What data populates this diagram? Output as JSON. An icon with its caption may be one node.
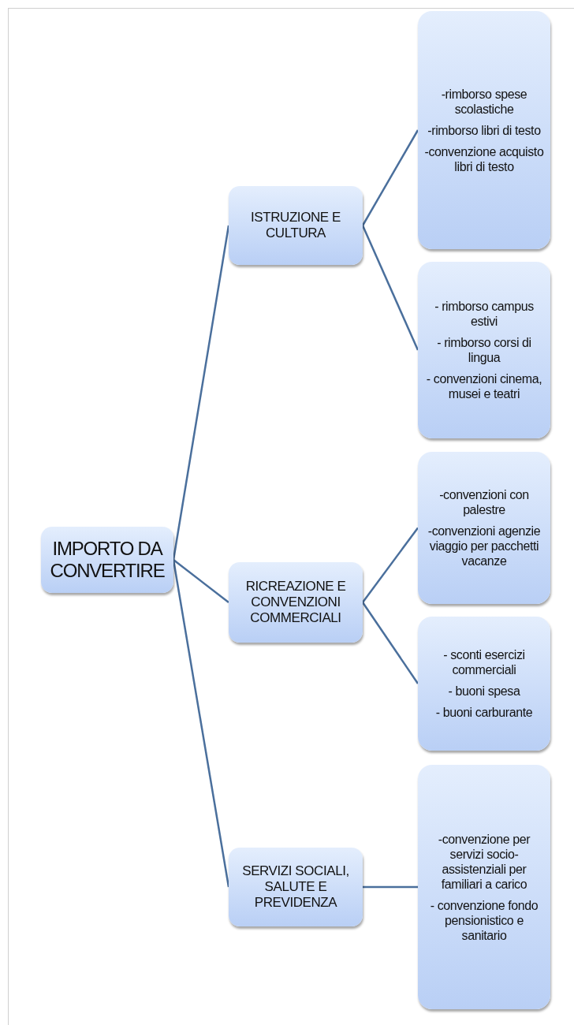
{
  "diagram": {
    "nodes": [
      {
        "text": [
          "IMPORTO DA CONVERTIRE"
        ]
      },
      {
        "text": [
          "ISTRUZIONE E CULTURA"
        ]
      },
      {
        "text": [
          "-rimborso spese scolastiche",
          "-rimborso libri di testo",
          "-convenzione acquisto libri di testo"
        ]
      },
      {
        "text": [
          "- rimborso campus estivi",
          "- rimborso corsi di lingua",
          "- convenzioni cinema, musei e teatri"
        ]
      },
      {
        "text": [
          "RICREAZIONE E CONVENZIONI COMMERCIALI"
        ]
      },
      {
        "text": [
          "-convenzioni con palestre",
          "-convenzioni agenzie viaggio per pacchetti vacanze"
        ]
      },
      {
        "text": [
          "- sconti esercizi commerciali",
          "- buoni spesa",
          "- buoni carburante"
        ]
      },
      {
        "text": [
          "SERVIZI SOCIALI, SALUTE E PREVIDENZA"
        ]
      },
      {
        "text": [
          "-convenzione per servizi socio-assistenziali per familiari a carico",
          "- convenzione fondo pensionistico e sanitario"
        ]
      }
    ],
    "edges": [
      {
        "from": 0,
        "to": 1,
        "arrow": "none"
      },
      {
        "from": 0,
        "to": 4,
        "arrow": "none"
      },
      {
        "from": 0,
        "to": 7,
        "arrow": "none"
      },
      {
        "from": 1,
        "to": 2,
        "arrow": "none"
      },
      {
        "from": 1,
        "to": 3,
        "arrow": "none"
      },
      {
        "from": 4,
        "to": 5,
        "arrow": "none"
      },
      {
        "from": 4,
        "to": 6,
        "arrow": "none"
      },
      {
        "from": 7,
        "to": 8,
        "arrow": "none"
      }
    ]
  }
}
